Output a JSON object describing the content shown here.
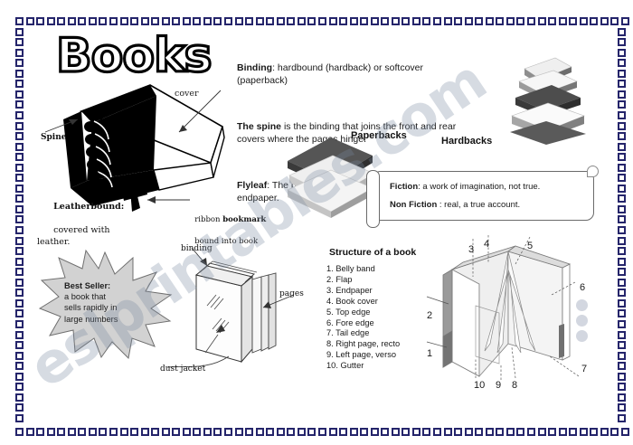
{
  "worksheet": {
    "title": "Books",
    "watermark": "eslprintables.com"
  },
  "definitions": [
    {
      "term": "Binding",
      "sep": ": ",
      "text": "hardbound (hardback) or softcover (paperback)"
    },
    {
      "term": "The spine",
      "sep": " ",
      "text": "is the binding that joins the front and rear covers where the pages hinge."
    },
    {
      "term": "Flyleaf",
      "sep": ": ",
      "text": "The blank leaf or leaves following the front endpaper."
    }
  ],
  "labels": {
    "cover": "cover",
    "spine": "Spine",
    "leatherbound_term": "Leatherbound:",
    "leatherbound_text": "covered with\nleather.",
    "ribbon_line1_pre": "ribbon ",
    "ribbon_line1_bold": "bookmark",
    "ribbon_line2": "bound into book",
    "paperbacks": "Paperbacks",
    "hardbacks": "Hardbacks",
    "binding": "binding",
    "pages": "pages",
    "dust_jacket": "dust jacket"
  },
  "fiction_box": {
    "fiction_term": "Fiction",
    "fiction_text": ": a work of imagination, not true.",
    "nonfiction_term": "Non Fiction",
    "nonfiction_text": " : real, a true account."
  },
  "best_seller": {
    "term": "Best Seller:",
    "text": "a book that\nsells rapidly in\nlarge numbers"
  },
  "structure": {
    "title": "Structure of a book",
    "items": [
      "1. Belly band",
      "2. Flap",
      "3. Endpaper",
      "4. Book cover",
      "5. Top edge",
      "6. Fore edge",
      "7. Tail edge",
      "8. Right page, recto",
      "9. Left page, verso",
      "10. Gutter"
    ]
  },
  "diagram_numbers": [
    "1",
    "2",
    "3",
    "4",
    "5",
    "6",
    "7",
    "8",
    "9",
    "10"
  ],
  "colors": {
    "border": "#25256b",
    "ink": "#1a1a1a",
    "burst_fill": "#d0d0d0",
    "watermark": "#8792a6"
  }
}
